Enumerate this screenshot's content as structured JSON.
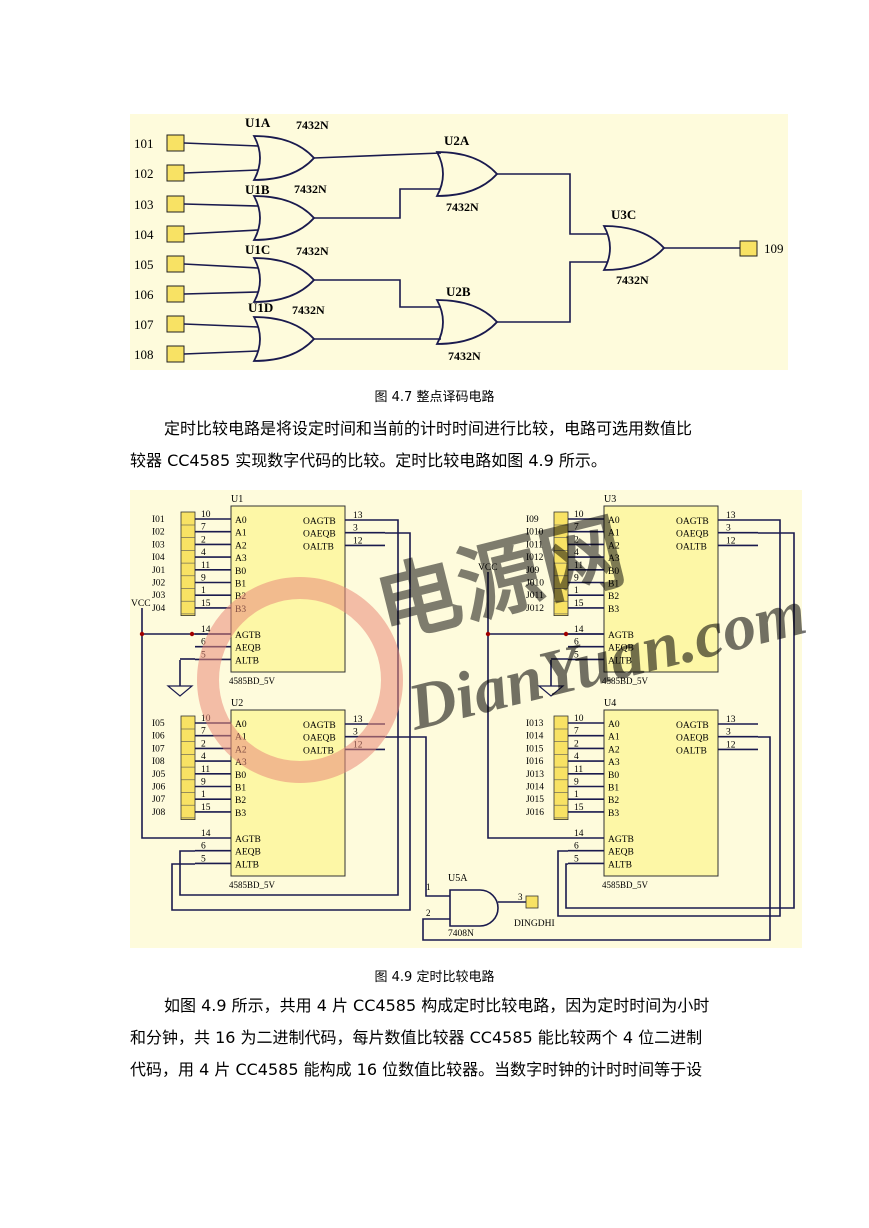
{
  "fig47": {
    "inputs": [
      "101",
      "102",
      "103",
      "104",
      "105",
      "106",
      "107",
      "108"
    ],
    "output": "109",
    "gates": [
      {
        "id": "U1A",
        "part": "7432N"
      },
      {
        "id": "U1B",
        "part": "7432N"
      },
      {
        "id": "U1C",
        "part": "7432N"
      },
      {
        "id": "U1D",
        "part": "7432N"
      },
      {
        "id": "U2A",
        "part": "7432N"
      },
      {
        "id": "U2B",
        "part": "7432N"
      },
      {
        "id": "U3C",
        "part": "7432N"
      }
    ],
    "caption": "图 4.7    整点译码电路"
  },
  "para1": {
    "line1": "定时比较电路是将设定时间和当前的计时时间进行比较，电路可选用数值比",
    "line2": "较器 CC4585 实现数字代码的比较。定时比较电路如图 4.9 所示。"
  },
  "fig49": {
    "chips": [
      {
        "ref": "U1",
        "part": "4585BD_5V",
        "inputs": [
          "I01",
          "I02",
          "I03",
          "I04",
          "J01",
          "J02",
          "J03",
          "J04"
        ],
        "out_pins": [
          "13",
          "3",
          "12"
        ]
      },
      {
        "ref": "U2",
        "part": "4585BD_5V",
        "inputs": [
          "I05",
          "I06",
          "I07",
          "I08",
          "J05",
          "J06",
          "J07",
          "J08"
        ],
        "out_pins": [
          "13",
          "3",
          "12"
        ]
      },
      {
        "ref": "U3",
        "part": "4585BD_5V",
        "inputs": [
          "I09",
          "I010",
          "I011",
          "I012",
          "J09",
          "J010",
          "J011",
          "J012"
        ],
        "out_pins": [
          "13",
          "3",
          "12"
        ]
      },
      {
        "ref": "U4",
        "part": "4585BD_5V",
        "inputs": [
          "I013",
          "I014",
          "I015",
          "I016",
          "J013",
          "J014",
          "J015",
          "J016"
        ],
        "out_pins": [
          "13",
          "3",
          "12"
        ]
      }
    ],
    "pins_left": [
      "A0",
      "A1",
      "A2",
      "A3",
      "B0",
      "B1",
      "B2",
      "B3"
    ],
    "pin_nums_left": [
      "10",
      "7",
      "2",
      "4",
      "11",
      "9",
      "1",
      "15"
    ],
    "pins_right": [
      "OAGTB",
      "OAEQB",
      "OALTB"
    ],
    "pins_ctrl": [
      "AGTB",
      "AEQB",
      "ALTB"
    ],
    "pin_nums_ctrl": [
      "14",
      "6",
      "5"
    ],
    "vcc": "VCC",
    "and_gate": {
      "ref": "U5A",
      "part": "7408N",
      "pin1": "1",
      "pin2": "2",
      "pin3": "3",
      "output": "DINGDHI"
    },
    "caption": "图 4.9    定时比较电路"
  },
  "watermark": {
    "cn": "电源网",
    "en": "DianYuan.com"
  },
  "para2": {
    "line1": "如图 4.9 所示，共用 4 片 CC4585 构成定时比较电路，因为定时时间为小时",
    "line2": "和分钟，共 16 为二进制代码，每片数值比较器 CC4585 能比较两个 4 位二进制",
    "line3": "代码，用 4 片 CC4585 能构成 16 位数值比较器。当数字时钟的计时时间等于设"
  },
  "colors": {
    "wire": "#1a1a4e",
    "pad": "#f8e264",
    "chip": "#fdf7a6",
    "background": "#fefbdc",
    "vcc": "#a00000",
    "watermark": "#ea8a7a"
  }
}
